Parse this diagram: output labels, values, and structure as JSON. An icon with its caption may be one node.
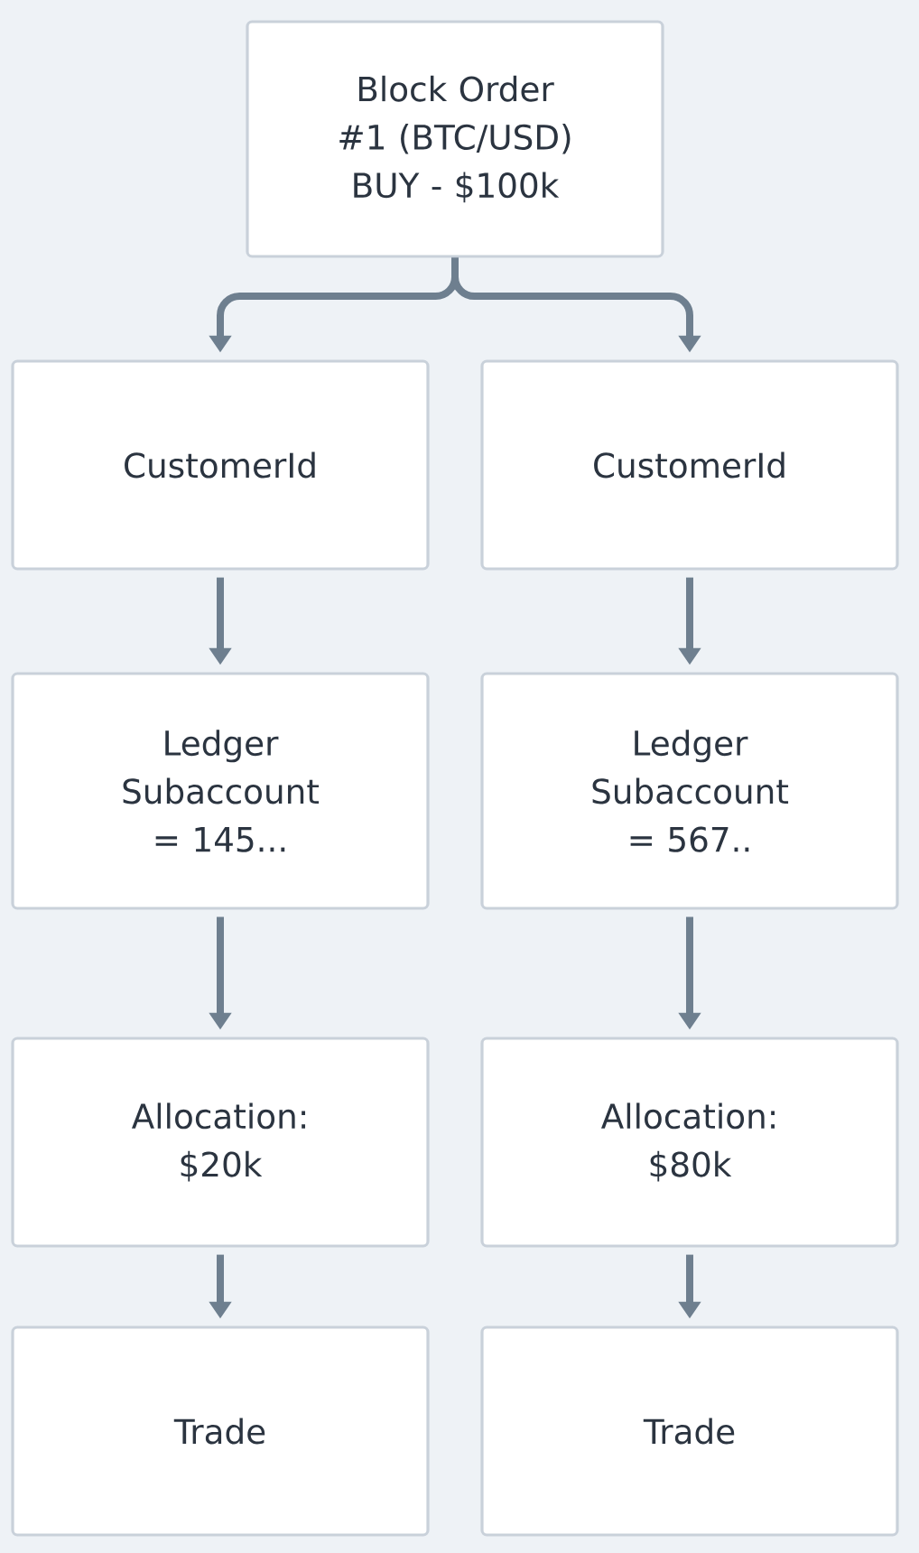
{
  "diagram": {
    "nodes": [
      {
        "text": [
          "Block Order #1 (BTC/USD) BUY - $100k"
        ]
      },
      {
        "text": [
          "CustomerId"
        ]
      },
      {
        "text": [
          "CustomerId"
        ]
      },
      {
        "text": [
          "Ledger Subaccount = 145..."
        ]
      },
      {
        "text": [
          "Ledger Subaccount = 567.."
        ]
      },
      {
        "text": [
          "Allocation: $20k"
        ]
      },
      {
        "text": [
          "Allocation: $80k"
        ]
      },
      {
        "text": [
          "Trade"
        ]
      },
      {
        "text": [
          "Trade"
        ]
      }
    ],
    "edges": [
      {
        "from": 0,
        "to": 1,
        "arrow": "to"
      },
      {
        "from": 0,
        "to": 2,
        "arrow": "to"
      },
      {
        "from": 1,
        "to": 3,
        "arrow": "to"
      },
      {
        "from": 2,
        "to": 4,
        "arrow": "to"
      },
      {
        "from": 3,
        "to": 5,
        "arrow": "to"
      },
      {
        "from": 4,
        "to": 6,
        "arrow": "to"
      },
      {
        "from": 5,
        "to": 7,
        "arrow": "to"
      },
      {
        "from": 6,
        "to": 8,
        "arrow": "to"
      }
    ]
  }
}
